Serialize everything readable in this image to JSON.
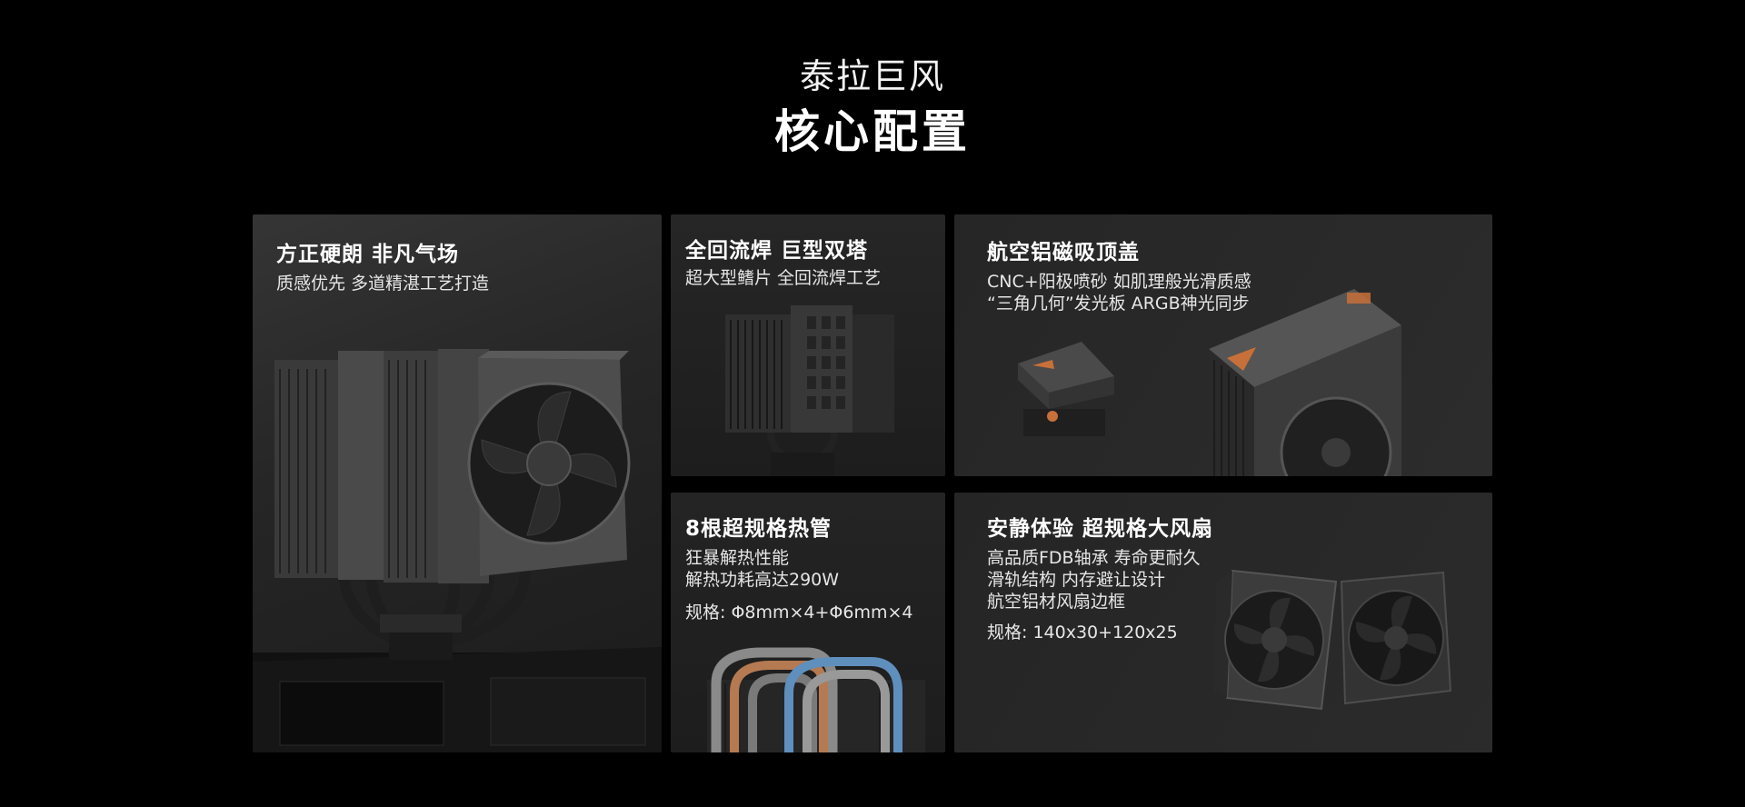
{
  "header": {
    "subtitle": "泰拉巨风",
    "title": "核心配置"
  },
  "cards": {
    "design": {
      "title": "方正硬朗 非凡气场",
      "lines": [
        "质感优先 多道精湛工艺打造"
      ]
    },
    "tower": {
      "title": "全回流焊 巨型双塔",
      "lines": [
        "超大型鳍片 全回流焊工艺"
      ]
    },
    "cover": {
      "title": "航空铝磁吸顶盖",
      "lines": [
        "CNC+阳极喷砂 如肌理般光滑质感",
        "“三角几何”发光板   ARGB神光同步"
      ]
    },
    "heatpipe": {
      "title": "8根超规格热管",
      "lines": [
        "狂暴解热性能",
        "解热功耗高达290W",
        "规格: Φ8mm×4+Φ6mm×4"
      ]
    },
    "fan": {
      "title": "安静体验 超规格大风扇",
      "lines": [
        "高品质FDB轴承 寿命更耐久",
        "滑轨结构 内存避让设计",
        "航空铝材风扇边框",
        "规格: 140x30+120x25"
      ]
    }
  },
  "colors": {
    "background": "#000000",
    "card": "#262626",
    "accent_orange": "#c8703a",
    "accent_blue": "#4a7fb0"
  }
}
